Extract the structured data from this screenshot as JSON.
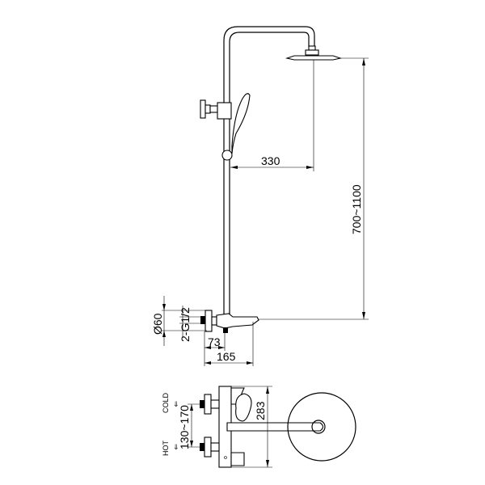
{
  "dimensions": {
    "arm_reach": "330",
    "height_range": "700~1100",
    "diameter": "Ø60",
    "thread": "2-G1/2",
    "valve_depth": "73",
    "spout_projection": "165",
    "mixer_height": "283",
    "inlet_spacing": "130~170"
  },
  "labels": {
    "cold": "COLD",
    "hot": "HOT",
    "arrow": "⇓"
  }
}
